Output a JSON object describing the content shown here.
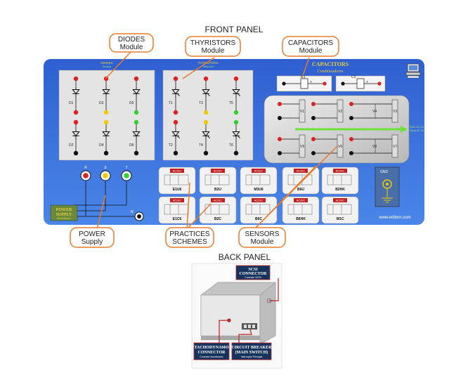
{
  "front_panel": {
    "title": "FRONT PANEL",
    "callouts": {
      "diodes": {
        "line1": "DIODES",
        "line2": "Module"
      },
      "thyristors": {
        "line1": "THYRISTORS",
        "line2": "Module"
      },
      "capacitors": {
        "line1": "CAPACITORS",
        "line2": "Module"
      },
      "power": {
        "line1": "POWER",
        "line2": "Supply"
      },
      "practices": {
        "line1": "PRACTICES",
        "line2": "SCHEMES"
      },
      "sensors": {
        "line1": "SENSORS",
        "line2": "Module"
      }
    },
    "panel_labels": {
      "diodes_title": "DIODES",
      "diodes_sub": "Diodos",
      "thyristors_title": "THYRISTORS",
      "thyristors_sub": "Tiristores",
      "capacitors_title": "CAPACITORS",
      "capacitors_sub": "Condensadores",
      "power_supply_l1": "POWER",
      "power_supply_l2": "SUPPLY",
      "power_supply_sub": "Alimentación",
      "gnd": "GND",
      "website": "www.edibon.com",
      "sensor_note_1": "300V DC 1A",
      "sensor_note_2": "30mA AC 1A"
    },
    "diode_labels": [
      "D1",
      "D3",
      "D5",
      "D2",
      "D4",
      "D6"
    ],
    "thyristor_labels": [
      "T1",
      "T3",
      "T5",
      "T2",
      "T4",
      "T6"
    ],
    "capacitor_labels": [
      "C1",
      "C2"
    ],
    "phase_labels": [
      "R",
      "S",
      "T",
      "N"
    ],
    "sensor_labels": [
      "V1",
      "V2",
      "V3",
      "V4",
      "V5",
      "V6",
      "V7",
      "V8"
    ],
    "schemes": [
      "E1U6",
      "B2U",
      "M3U6",
      "B6U",
      "B2HK",
      "E1C6",
      "B2C",
      "B6C",
      "B6HK",
      "W1C"
    ],
    "scheme_tag": "AC/DC"
  },
  "back_panel": {
    "title": "BACK PANEL",
    "scsi": {
      "line1": "SCSI",
      "line2": "CONNECTOR",
      "sub": "Conector SCSI"
    },
    "tachodynamo": {
      "line1": "TACHODYNAMO",
      "line2": "CONNECTOR",
      "sub": "Conector tacodinamo"
    },
    "breaker": {
      "line1": "CIRCUIT BREAKER",
      "line2": "(MAIN SWITCH)",
      "sub": "Interruptor Principal"
    }
  },
  "colors": {
    "panel_blue": "#3a6fd8",
    "module_gray": "#e4e4e4",
    "callout_orange": "#e87c2a",
    "led_red": "#e02020",
    "led_yellow": "#f0c800",
    "led_green": "#30d030",
    "arrow_green": "#6ee03c",
    "back_label_navy": "#16335e"
  }
}
